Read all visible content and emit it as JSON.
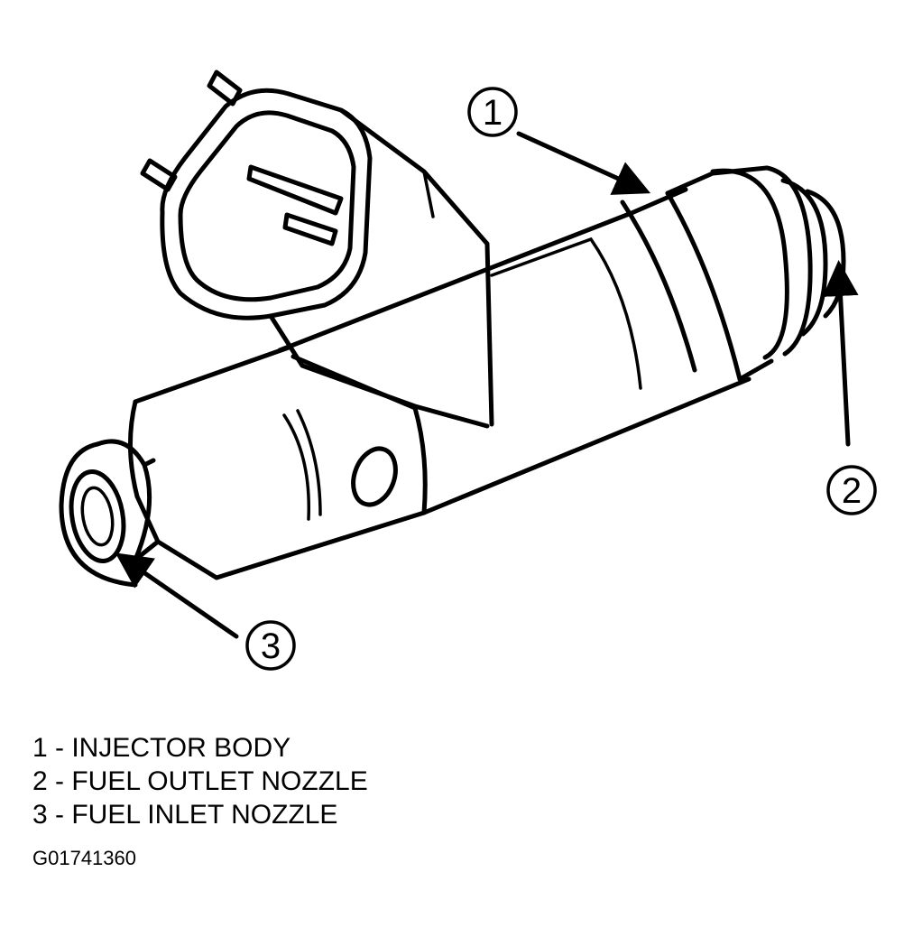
{
  "callouts": [
    {
      "number": "1"
    },
    {
      "number": "2"
    },
    {
      "number": "3"
    }
  ],
  "legend": [
    "1 - INJECTOR BODY",
    "2 - FUEL OUTLET NOZZLE",
    "3 - FUEL INLET NOZZLE"
  ],
  "figure_id": "G01741360",
  "colors": {
    "ink": "#000000",
    "paper": "#ffffff"
  }
}
